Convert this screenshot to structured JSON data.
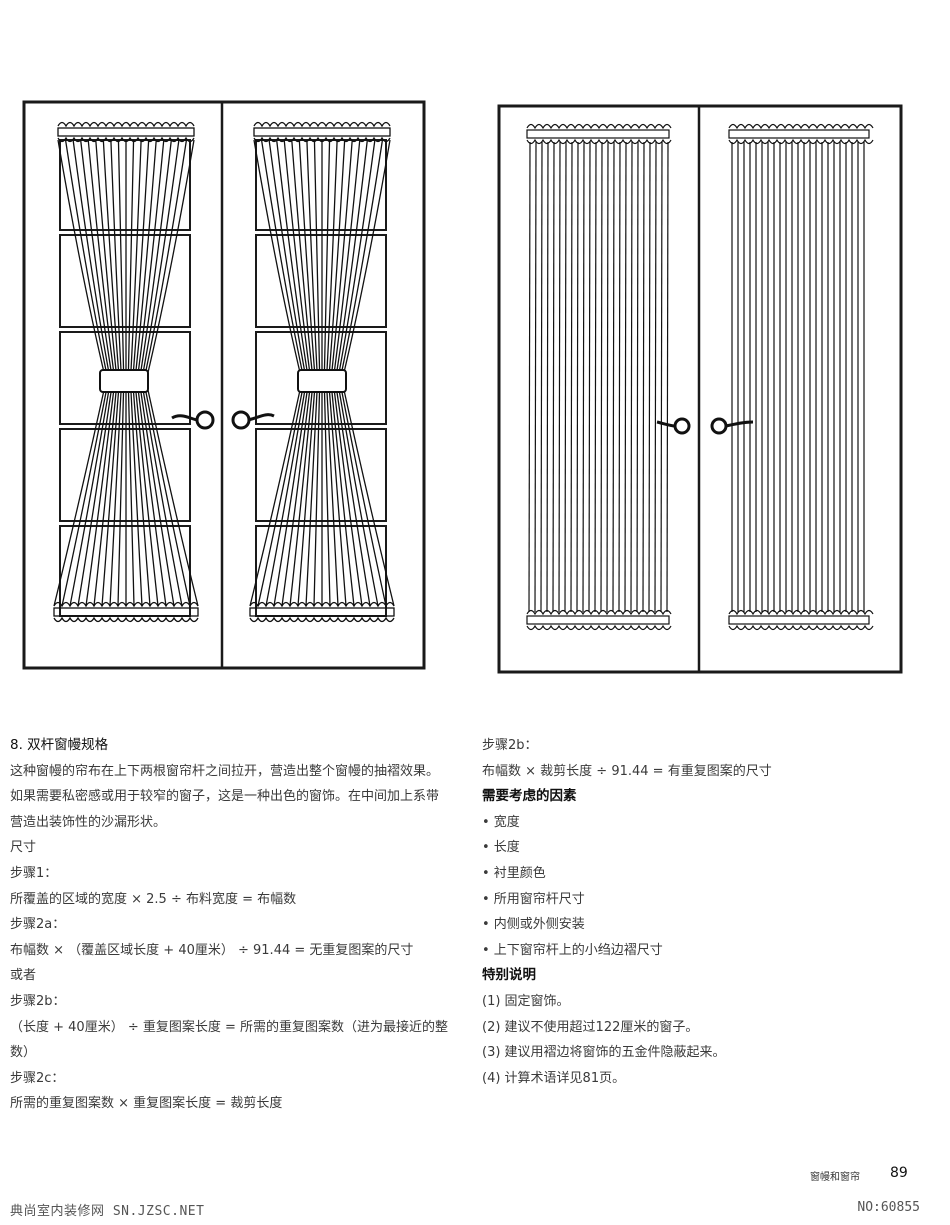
{
  "left": {
    "heading": "8. 双杆窗幔规格",
    "intro": "这种窗幔的帘布在上下两根窗帘杆之间拉开，营造出整个窗幔的抽褶效果。如果需要私密感或用于较窄的窗子，这是一种出色的窗饰。在中间加上系带营造出装饰性的沙漏形状。",
    "lines": [
      "尺寸",
      "步骤1：",
      "所覆盖的区域的宽度 × 2.5 ÷ 布料宽度 = 布幅数",
      "步骤2a：",
      "布幅数 × （覆盖区域长度 + 40厘米） ÷ 91.44 = 无重复图案的尺寸",
      "或者",
      "步骤2b：",
      "（长度 + 40厘米） ÷ 重复图案长度 = 所需的重复图案数（进为最接近的整数）",
      "步骤2c：",
      "所需的重复图案数 × 重复图案长度 = 裁剪长度"
    ]
  },
  "right": {
    "step_label": "步骤2b：",
    "step_formula": "布幅数 × 裁剪长度 ÷ 91.44 = 有重复图案的尺寸",
    "factors_heading": "需要考虑的因素",
    "factors": [
      "• 宽度",
      "• 长度",
      "• 衬里颜色",
      "• 所用窗帘杆尺寸",
      "• 内侧或外侧安装",
      "• 上下窗帘杆上的小绉边褶尺寸"
    ],
    "notes_heading": "特别说明",
    "notes": [
      "(1) 固定窗饰。",
      "(2) 建议不使用超过122厘米的窗子。",
      "(3) 建议用褶边将窗饰的五金件隐蔽起来。",
      "(4) 计算术语详见81页。"
    ]
  },
  "footer": {
    "section": "窗幔和窗帘",
    "page": "89",
    "watermark_left": "典尚室内装修网 SN.JZSC.NET",
    "watermark_right": "NO:60855"
  }
}
